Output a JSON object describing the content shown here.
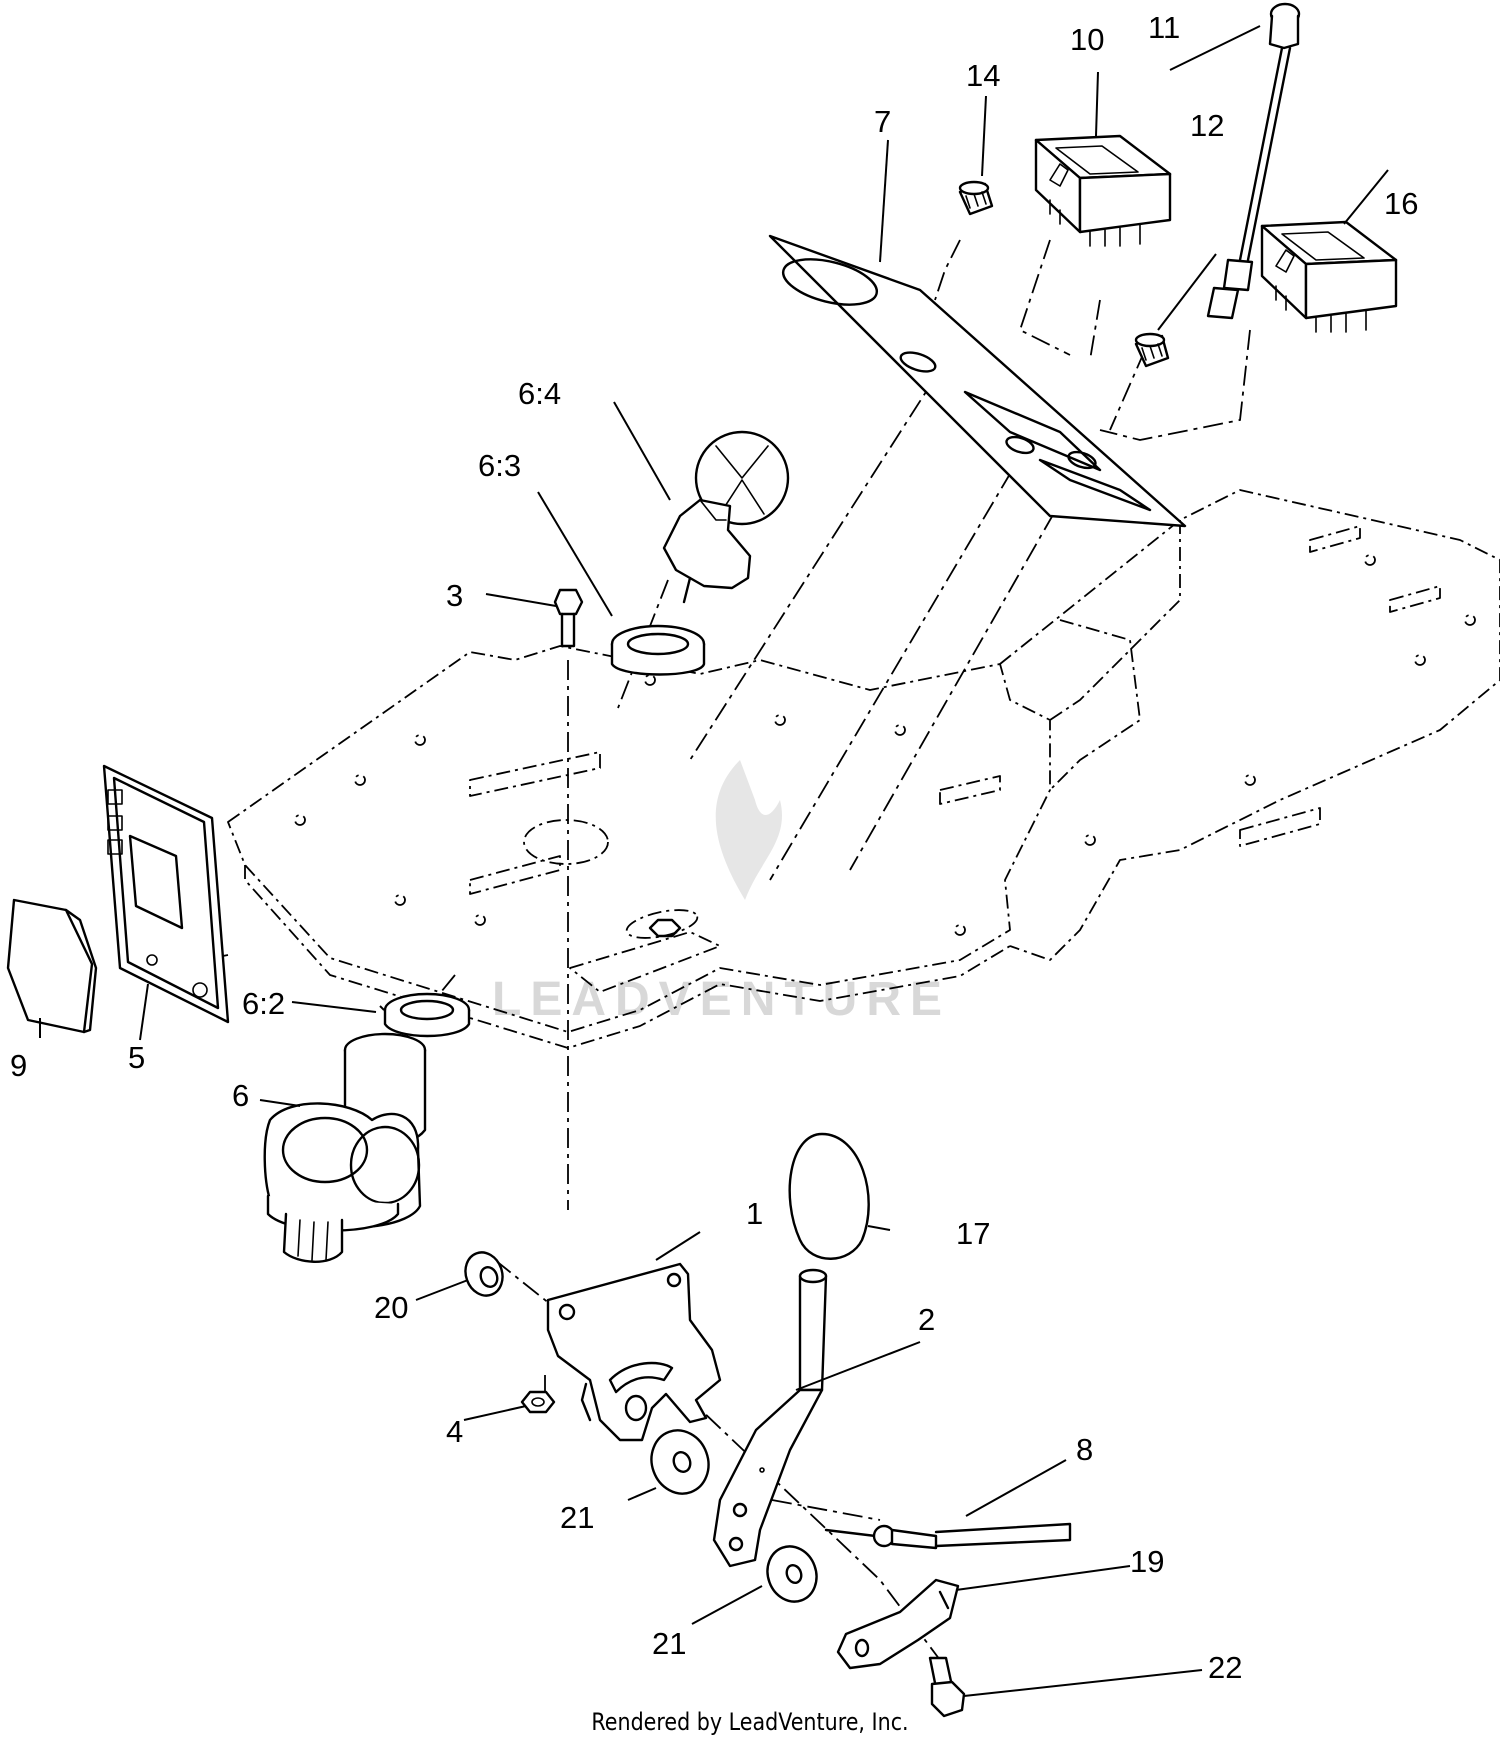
{
  "watermark": {
    "text": "LEADVENTURE"
  },
  "footer": {
    "text": "Rendered by LeadVenture, Inc."
  },
  "callouts": {
    "p1": "1",
    "p2": "2",
    "p3": "3",
    "p4": "4",
    "p5": "5",
    "p6": "6",
    "p6_2": "6:2",
    "p6_3": "6:3",
    "p6_4": "6:4",
    "p7": "7",
    "p8": "8",
    "p9": "9",
    "p10": "10",
    "p11": "11",
    "p12": "12",
    "p14": "14",
    "p16": "16",
    "p17": "17",
    "p19": "19",
    "p20": "20",
    "p21a": "21",
    "p21b": "21",
    "p22": "22"
  }
}
